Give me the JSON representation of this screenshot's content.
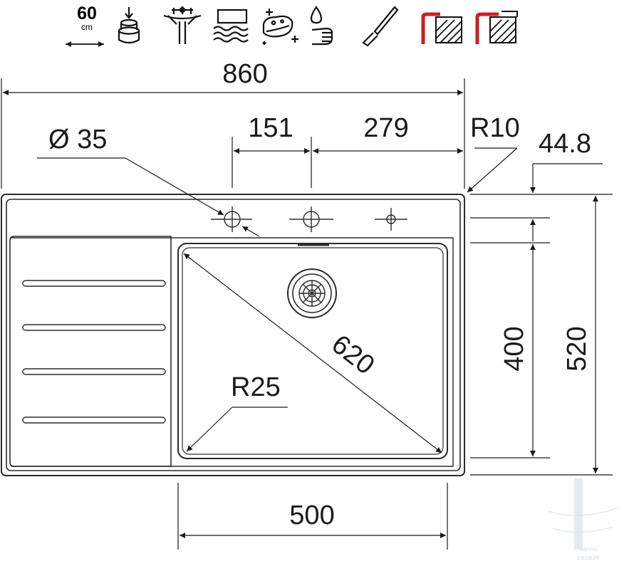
{
  "icons": [
    {
      "name": "cabinet-width",
      "value": "60",
      "unit": "cm"
    },
    {
      "name": "inset-mount-icon"
    },
    {
      "name": "tap-hole-icon"
    },
    {
      "name": "deep-bowl-icon"
    },
    {
      "name": "easy-clean-icon"
    },
    {
      "name": "hygiene-icon"
    },
    {
      "name": "stainless-steel-icon"
    },
    {
      "name": "flush-mount-icon",
      "color": "#cc1f1f"
    },
    {
      "name": "undermount-icon",
      "color": "#cc1f1f"
    }
  ],
  "dimensions": {
    "overall_width": "860",
    "tap_hole_diameter": "Ø 35",
    "tap_spacing": "151",
    "tap_to_edge": "279",
    "corner_radius_outer": "R10",
    "deck_depth": "44.8",
    "bowl_diagonal": "620",
    "bowl_corner_radius": "R25",
    "bowl_depth": "400",
    "overall_depth": "520",
    "bowl_width": "500"
  },
  "watermark": {
    "line1": "vannu",
    "line2": "pasaule"
  }
}
